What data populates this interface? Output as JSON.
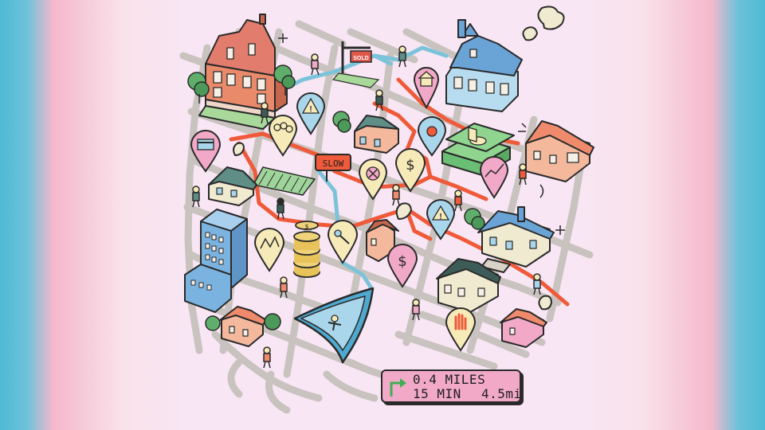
{
  "signs": {
    "sold": "SOLD",
    "slow": "SLOW"
  },
  "route_card": {
    "distance": "0.4 MILES",
    "time": "15 MIN",
    "miles": "4.5mi"
  },
  "colors": {
    "edge_blue": "#5bbcd6",
    "edge_pink": "#f7b7cc",
    "background": "#f8e6f4",
    "road": "#c9c3bf",
    "route_red": "#ef5a3a",
    "route_blue": "#7cc3d9",
    "pin_yellow": "#f6eab8",
    "pin_pink": "#f2a9c8",
    "pin_blue": "#a9d6ea",
    "ink": "#2a2a2a"
  },
  "icons": [
    "warning-icon",
    "house-icon",
    "dollar-icon",
    "key-icon",
    "stop-hand-icon",
    "chart-up-icon",
    "credit-card-icon",
    "location-pin-icon",
    "cancel-icon",
    "zigzag-chart-icon",
    "sparkle-icon"
  ]
}
